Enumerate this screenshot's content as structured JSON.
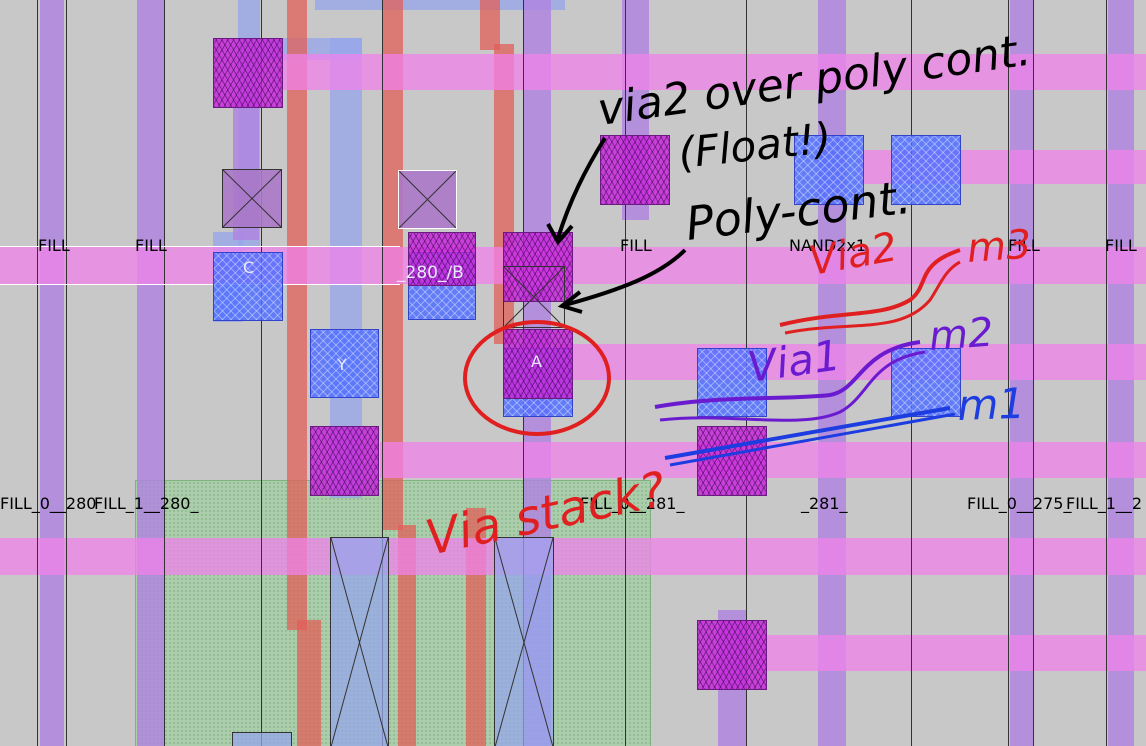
{
  "cell_labels": {
    "fill_top_1": "FILL",
    "fill_top_2": "FILL",
    "fill_top_3": "FILL",
    "nand": "NAND2x1",
    "fill_top_4": "FILL",
    "fill_top_5": "FILL",
    "fill_0_280": "FILL_0__280_",
    "fill_1_280": "FILL_1__280_",
    "fill_0_281": "FILL_0__281_",
    "net_281": "_281_",
    "fill_0_275": "FILL_0__275_",
    "fill_1_2": "FILL_1__2"
  },
  "pin_labels": {
    "c": "C",
    "net_280b": "_280_/B",
    "y": "Y",
    "a": "A"
  },
  "annotations": {
    "via2_over_poly": "via2 over poly cont.",
    "float": "(Float!)",
    "poly_cont": "Poly-cont.",
    "via2": "Via2",
    "m3": "m3",
    "via1": "Via1",
    "m2": "m2",
    "m1": "m1",
    "via_stack": "Via stack?"
  },
  "colors": {
    "background": "#c8c8c8",
    "metal1": "#96a5eb",
    "metal2": "#af82e1",
    "metal3": "#f082eb",
    "poly": "#e15f5a",
    "via1": "#506eff",
    "via2": "#c828dc",
    "well": "#96d296",
    "ink_black": "#000000",
    "ink_red": "#e02020",
    "ink_purple": "#6a1bd0",
    "ink_blue": "#1e3de0"
  },
  "icons": {
    "contact": "contact-cross-icon"
  }
}
